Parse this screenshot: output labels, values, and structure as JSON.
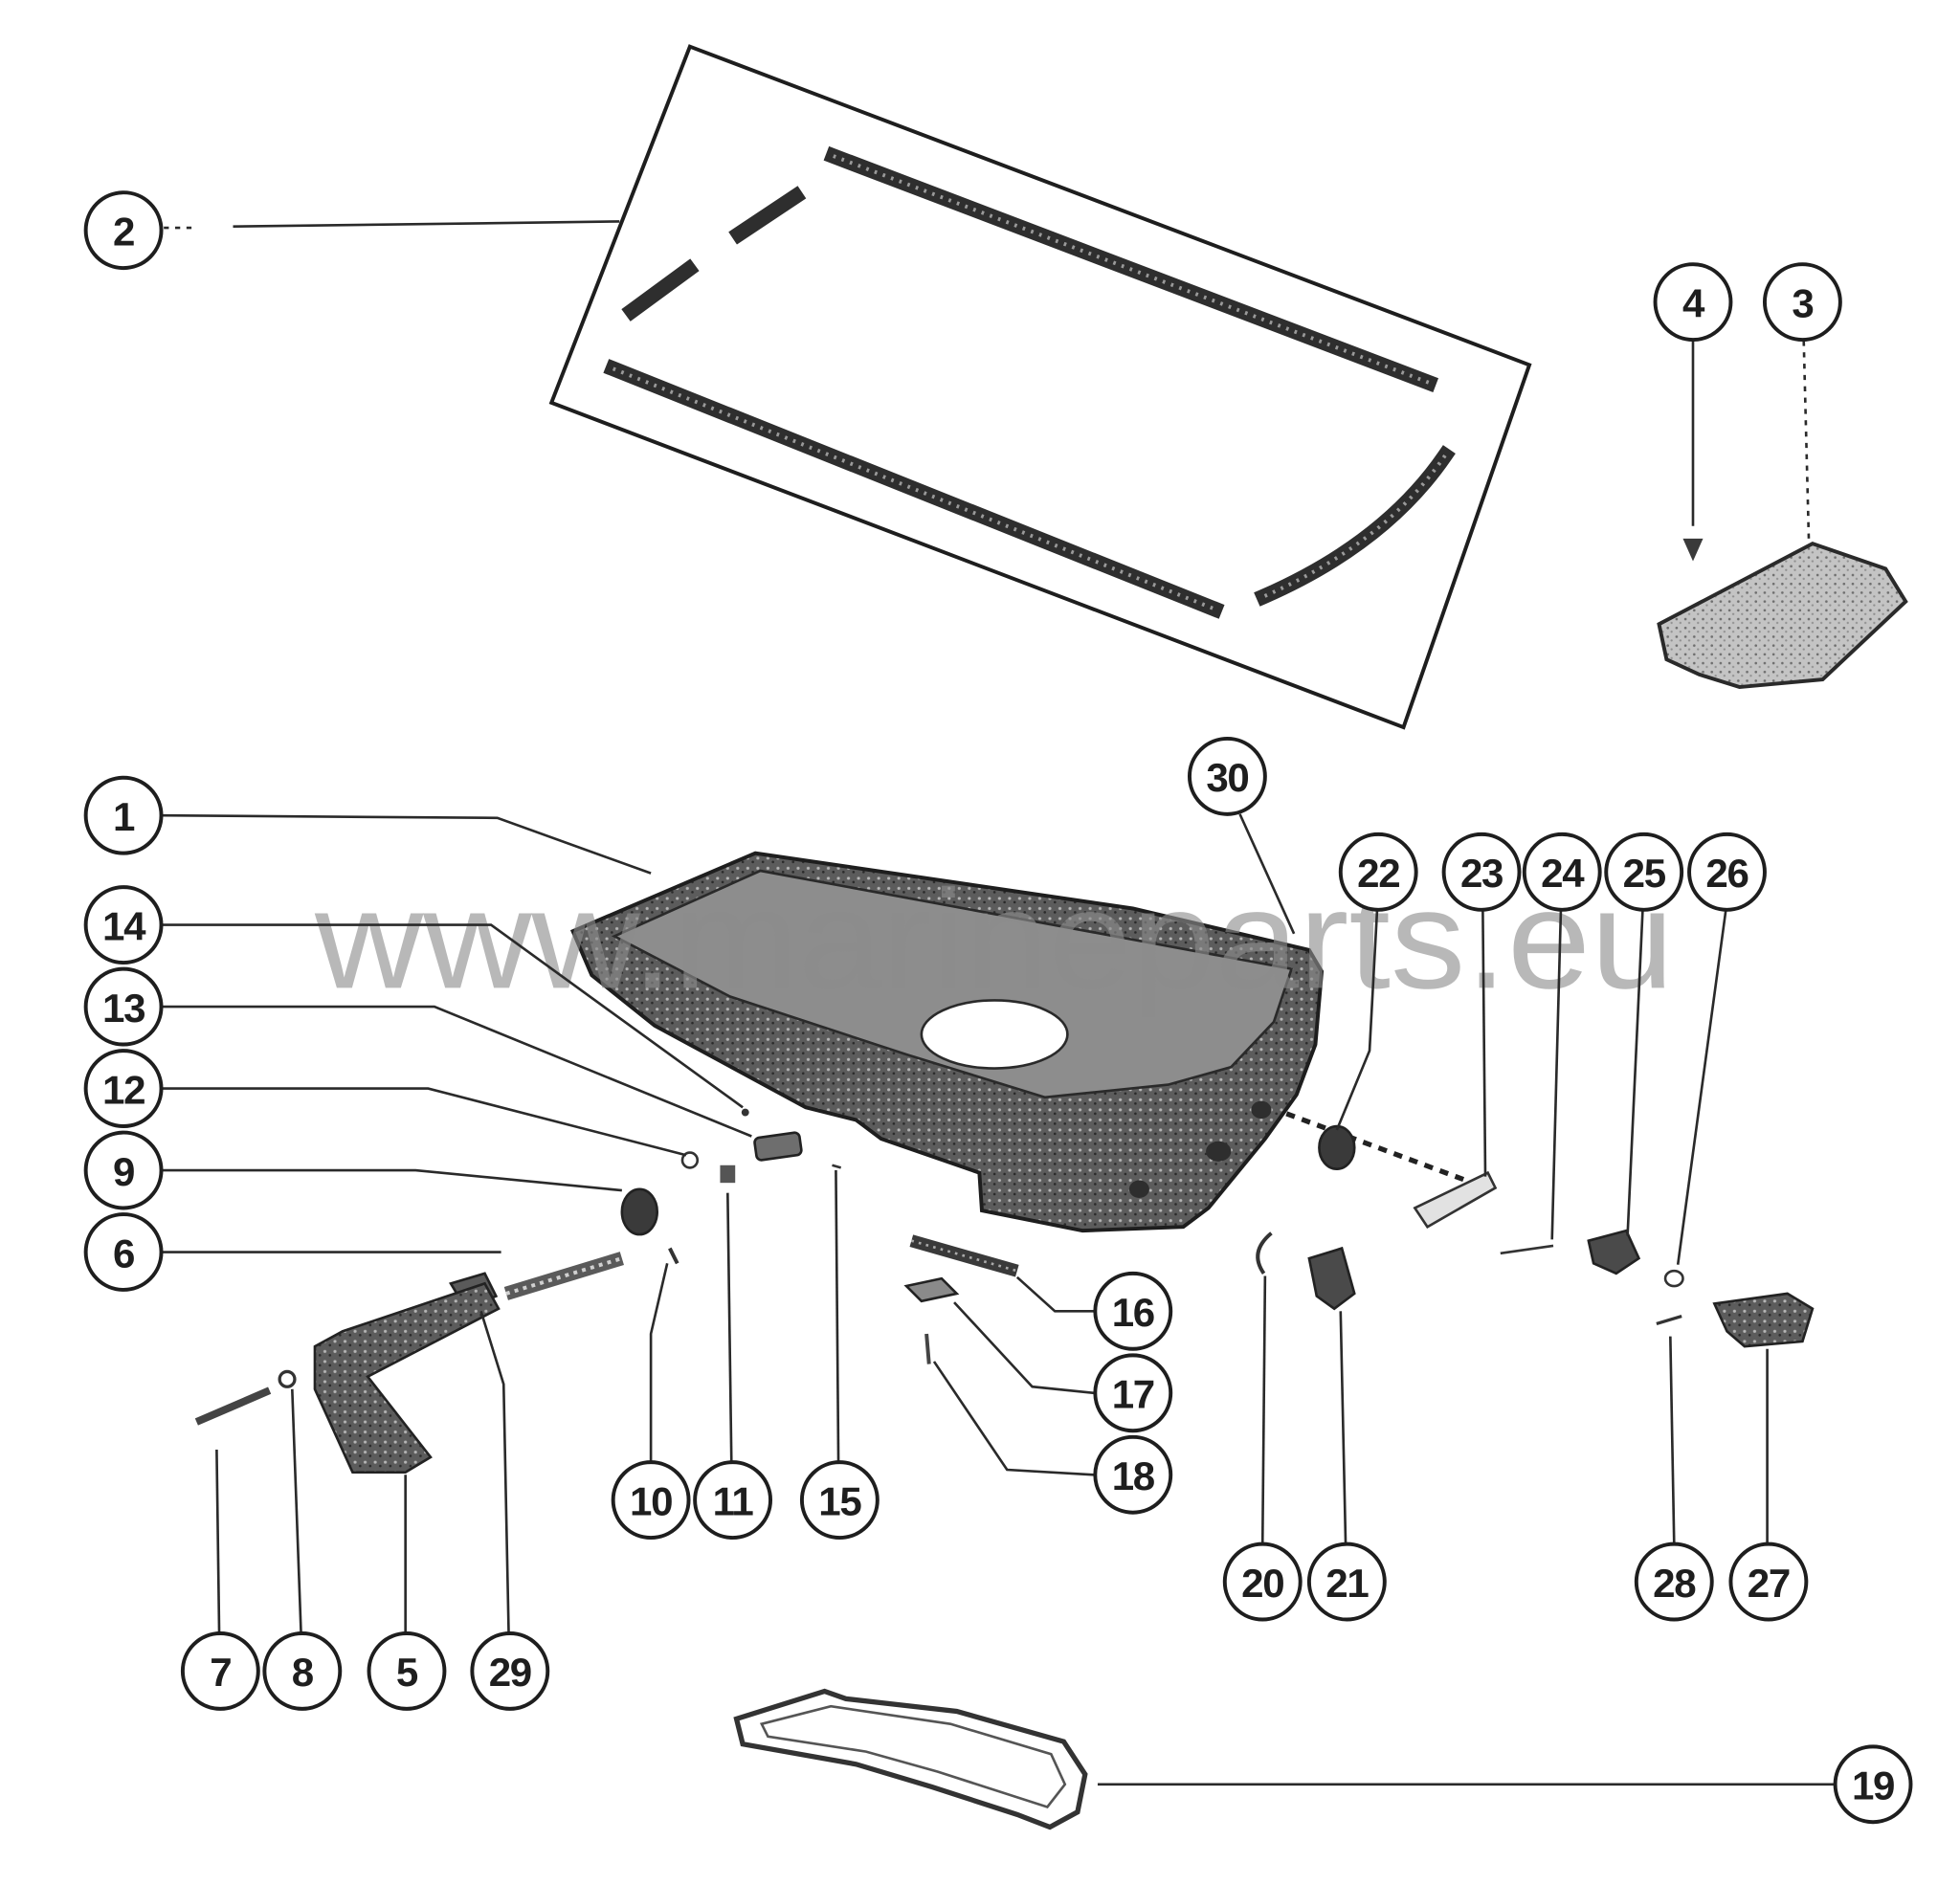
{
  "watermark": "www.marineparts.eu",
  "callouts": [
    "2",
    "4",
    "3",
    "30",
    "1",
    "22",
    "23",
    "24",
    "25",
    "26",
    "14",
    "13",
    "12",
    "9",
    "6",
    "16",
    "17",
    "18",
    "10",
    "11",
    "15",
    "20",
    "21",
    "28",
    "27",
    "7",
    "8",
    "5",
    "29",
    "19"
  ]
}
